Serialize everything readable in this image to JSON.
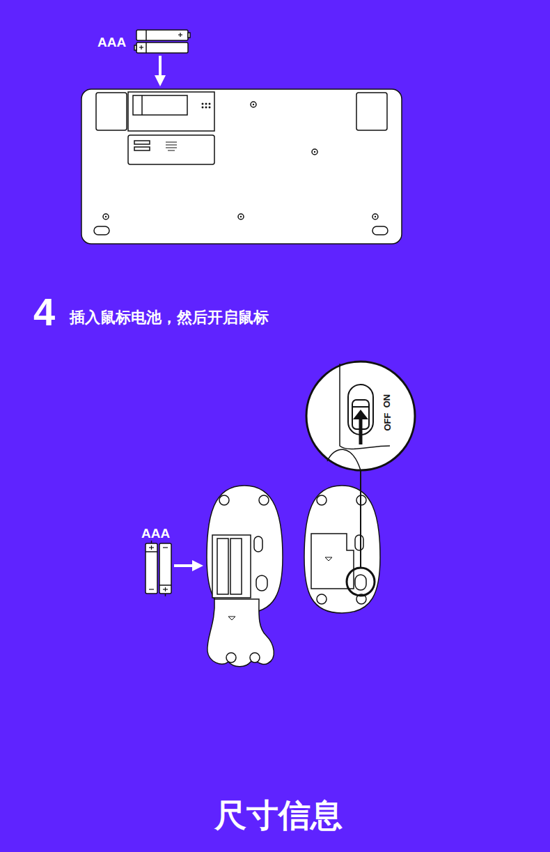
{
  "diagram": {
    "labels": [
      "AAA",
      "4",
      "插入鼠标电池，然后开启鼠标",
      "AAA",
      "OFF",
      "ON",
      "尺寸信息"
    ]
  }
}
